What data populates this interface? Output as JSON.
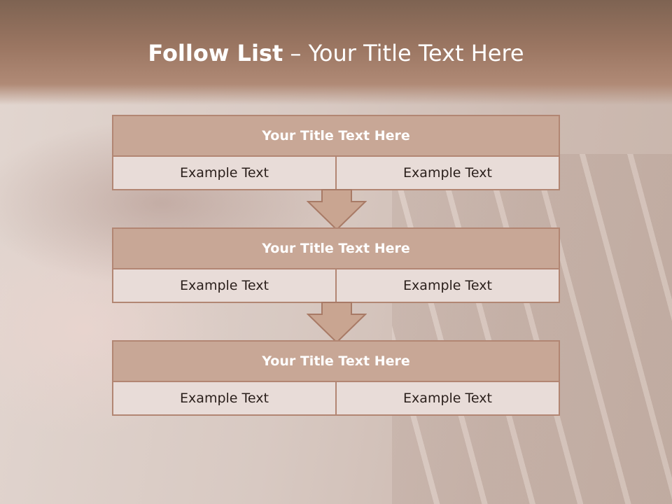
{
  "slide": {
    "title_bold": "Follow List",
    "title_rest": " – Your Title Text Here"
  },
  "steps": [
    {
      "title": "Your Title Text Here",
      "left": "Example Text",
      "right": "Example Text"
    },
    {
      "title": "Your Title Text Here",
      "left": "Example Text",
      "right": "Example Text"
    },
    {
      "title": "Your Title Text Here",
      "left": "Example Text",
      "right": "Example Text"
    }
  ],
  "colors": {
    "title_bar": "#c8a796",
    "border": "#b28673",
    "cell_fill": "#e8dcd8",
    "arrow_fill": "#c9a591",
    "arrow_stroke": "#a87a66"
  }
}
